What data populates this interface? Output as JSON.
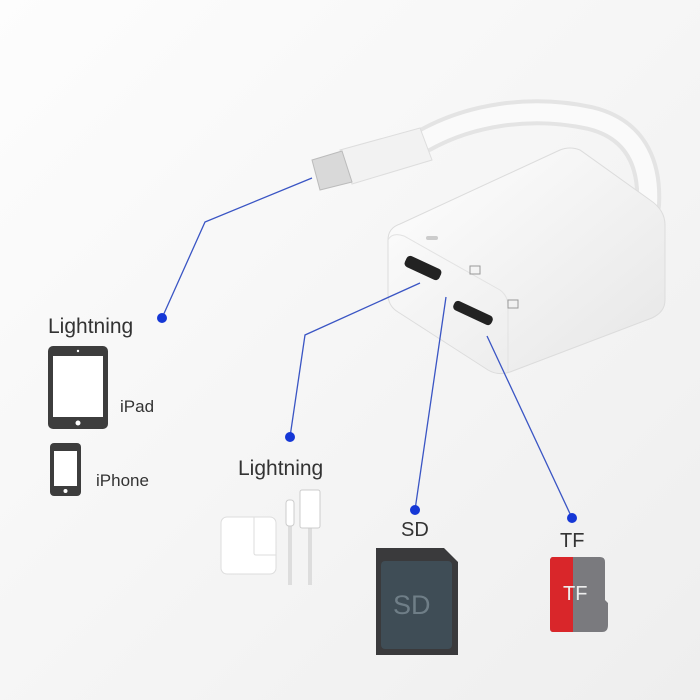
{
  "labels": {
    "lightning_device": "Lightning",
    "ipad": "iPad",
    "iphone": "iPhone",
    "lightning_charge": "Lightning",
    "sd": "SD",
    "tf": "TF",
    "sd_card_text": "SD",
    "tf_card_text": "TF"
  },
  "colors": {
    "callout": "#1e3fd0",
    "sd_card": "#3c4a52",
    "tf_red": "#d9262a",
    "tf_gray": "#7a7a7e"
  }
}
